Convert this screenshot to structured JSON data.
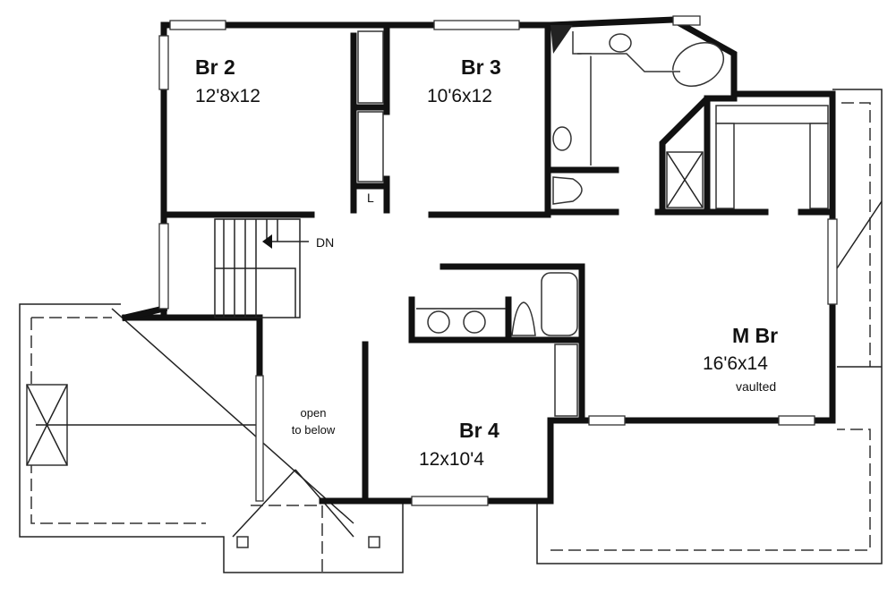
{
  "plan": {
    "rooms": [
      {
        "name": "Br 2",
        "size": "12'8x12"
      },
      {
        "name": "Br 3",
        "size": "10'6x12"
      },
      {
        "name": "M Br",
        "size": "16'6x14",
        "note": "vaulted"
      },
      {
        "name": "Br 4",
        "size": "12x10'4"
      }
    ],
    "stair_label": "DN",
    "linen_label": "L",
    "open_area": {
      "line1": "open",
      "line2": "to below"
    }
  }
}
